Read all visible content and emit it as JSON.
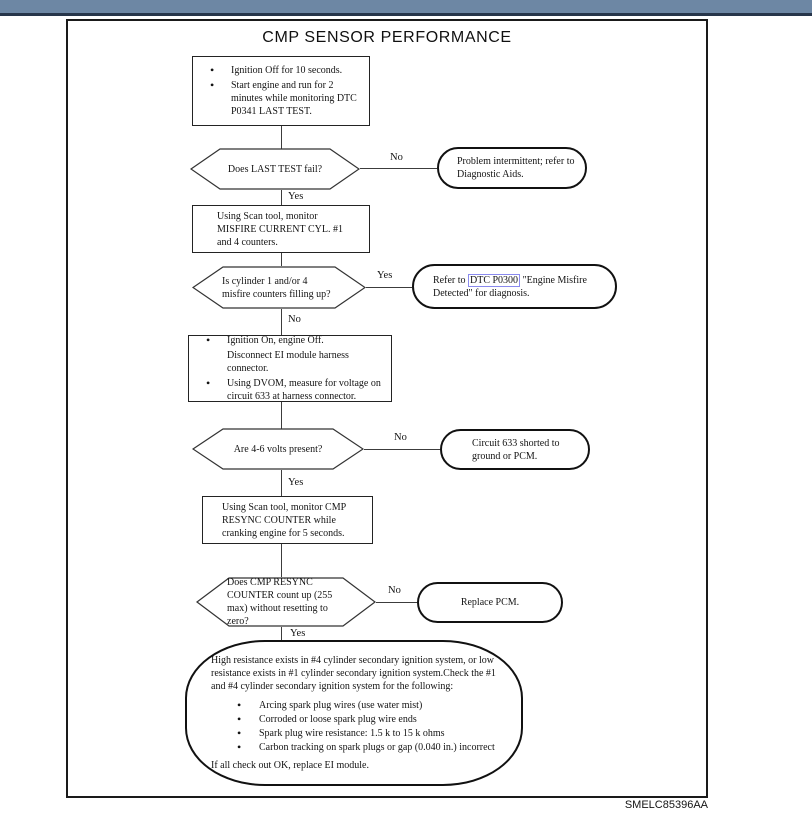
{
  "window": {
    "topbar_color": "#6d87a4",
    "topbar_edge_color": "#26354a"
  },
  "page": {
    "title": "CMP SENSOR PERFORMANCE",
    "figure_code": "SMELC85396AA",
    "link_box_color": "#8a8aee"
  },
  "labels": {
    "yes": "Yes",
    "no": "No"
  },
  "flow": {
    "step1": {
      "bullets": [
        "Ignition Off for 10 seconds.",
        "Start engine and run for 2 minutes while monitoring DTC P0341 LAST TEST."
      ]
    },
    "decision1": {
      "question": "Does LAST TEST fail?"
    },
    "result1": {
      "text": "Problem intermittent; refer to Diagnostic Aids."
    },
    "step2": {
      "text": "Using Scan tool, monitor MISFIRE CURRENT CYL. #1 and 4 counters."
    },
    "decision2": {
      "question": "Is cylinder 1 and/or 4 misfire counters filling up?"
    },
    "result2": {
      "prefix": "Refer to ",
      "link": "DTC P0300",
      "suffix": " \"Engine Misfire Detected\" for diagnosis."
    },
    "step3": {
      "bullet1": "Ignition On, engine Off.",
      "line2": "Disconnect EI module harness connector.",
      "bullet2": "Using DVOM, measure for voltage on circuit 633 at harness connector."
    },
    "decision3": {
      "question": "Are 4-6 volts present?"
    },
    "result3": {
      "text": "Circuit 633 shorted to ground or PCM."
    },
    "step4": {
      "text": "Using Scan tool, monitor CMP RESYNC COUNTER while cranking engine for 5 seconds."
    },
    "decision4": {
      "question": "Does CMP RESYNC COUNTER count up (255 max) without resetting to zero?"
    },
    "result4": {
      "text": "Replace PCM."
    },
    "final": {
      "intro": "High resistance exists in #4 cylinder secondary ignition system, or low resistance exists in #1 cylinder secondary ignition system.Check the #1 and #4 cylinder secondary ignition system for the following:",
      "bullets": [
        "Arcing spark plug wires (use water mist)",
        "Corroded or loose spark plug wire ends",
        "Spark plug wire resistance: 1.5 k to 15 k ohms",
        "Carbon tracking on spark plugs or gap (0.040 in.) incorrect"
      ],
      "outro": "If all check out OK, replace EI module."
    }
  }
}
